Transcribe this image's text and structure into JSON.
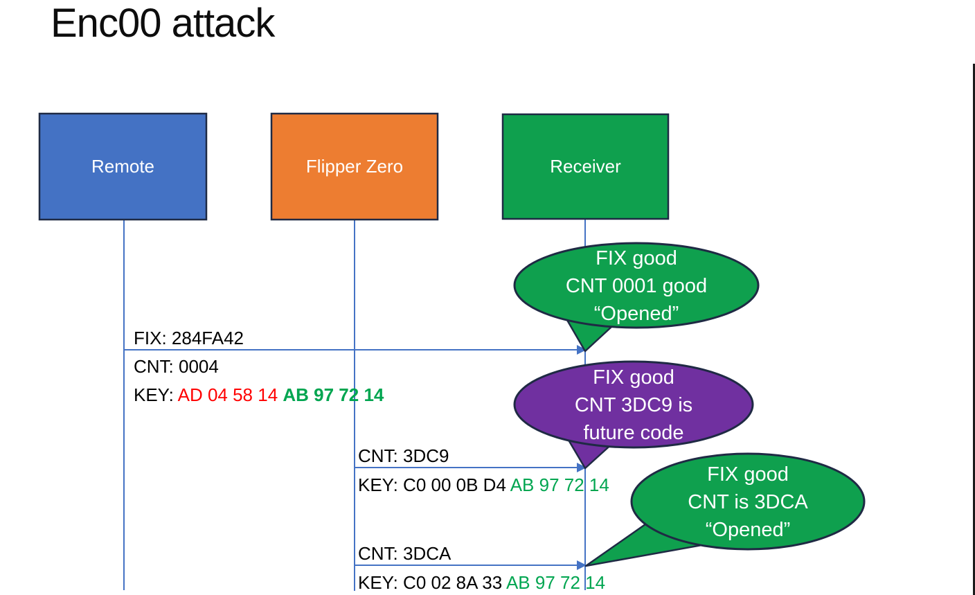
{
  "title": "Enc00 attack",
  "actors": [
    {
      "name": "Remote",
      "color": "#4472C4"
    },
    {
      "name": "Flipper Zero",
      "color": "#ED7D31"
    },
    {
      "name": "Receiver",
      "color": "#0FA04E"
    }
  ],
  "messages": [
    {
      "from": "Remote",
      "to": "Receiver",
      "fix": "FIX: 284FA42",
      "cnt": "CNT: 0004",
      "key_label": "KEY: ",
      "key_red": "AD 04 58 14 ",
      "key_green": "AB 97 72 14"
    },
    {
      "from": "Flipper Zero",
      "to": "Receiver",
      "cnt": "CNT: 3DC9",
      "key_label": "KEY: C0 00 0B D4 ",
      "key_green": "AB 97 72 14"
    },
    {
      "from": "Flipper Zero",
      "to": "Receiver",
      "cnt": "CNT: 3DCA",
      "key_label": "KEY: C0 02 8A 33 ",
      "key_green": "AB 97 72 14"
    }
  ],
  "callouts": [
    {
      "color": "#0FA04E",
      "lines": [
        "FIX good",
        "CNT 0001 good",
        "“Opened”"
      ]
    },
    {
      "color": "#7030A0",
      "lines": [
        "FIX good",
        "CNT 3DC9 is",
        "future code"
      ]
    },
    {
      "color": "#0FA04E",
      "lines": [
        "FIX good",
        "CNT is 3DCA",
        "“Opened”"
      ]
    }
  ],
  "colors": {
    "line": "#4472C4",
    "shape_border": "#1F2A44",
    "key_red": "#FF0000",
    "key_green": "#00A550",
    "title_text": "#0D0D0D",
    "body_text": "#000000",
    "bubble_text": "#FFFFFF"
  }
}
